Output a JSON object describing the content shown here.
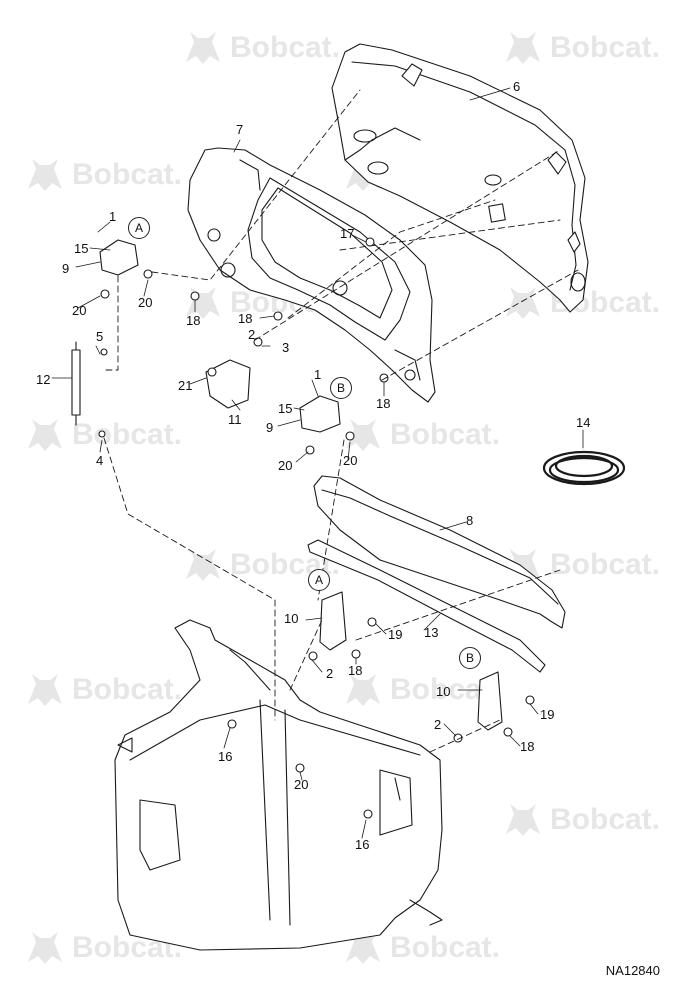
{
  "watermark": {
    "text": "Bobcat."
  },
  "drawing_id": "NA12840",
  "callouts": [
    "1",
    "15",
    "9",
    "20",
    "20",
    "5",
    "12",
    "4",
    "2",
    "3",
    "21",
    "11",
    "1",
    "15",
    "9",
    "20",
    "20",
    "7",
    "6",
    "17",
    "18",
    "18",
    "18",
    "14",
    "8",
    "10",
    "13",
    "19",
    "18",
    "2",
    "10",
    "19",
    "2",
    "18",
    "16",
    "20",
    "16"
  ],
  "view_labels": [
    "A",
    "B",
    "A",
    "B"
  ],
  "colors": {
    "line": "#1a1a1a",
    "watermark": "#e6e6e6",
    "fill": "#ffffff"
  }
}
